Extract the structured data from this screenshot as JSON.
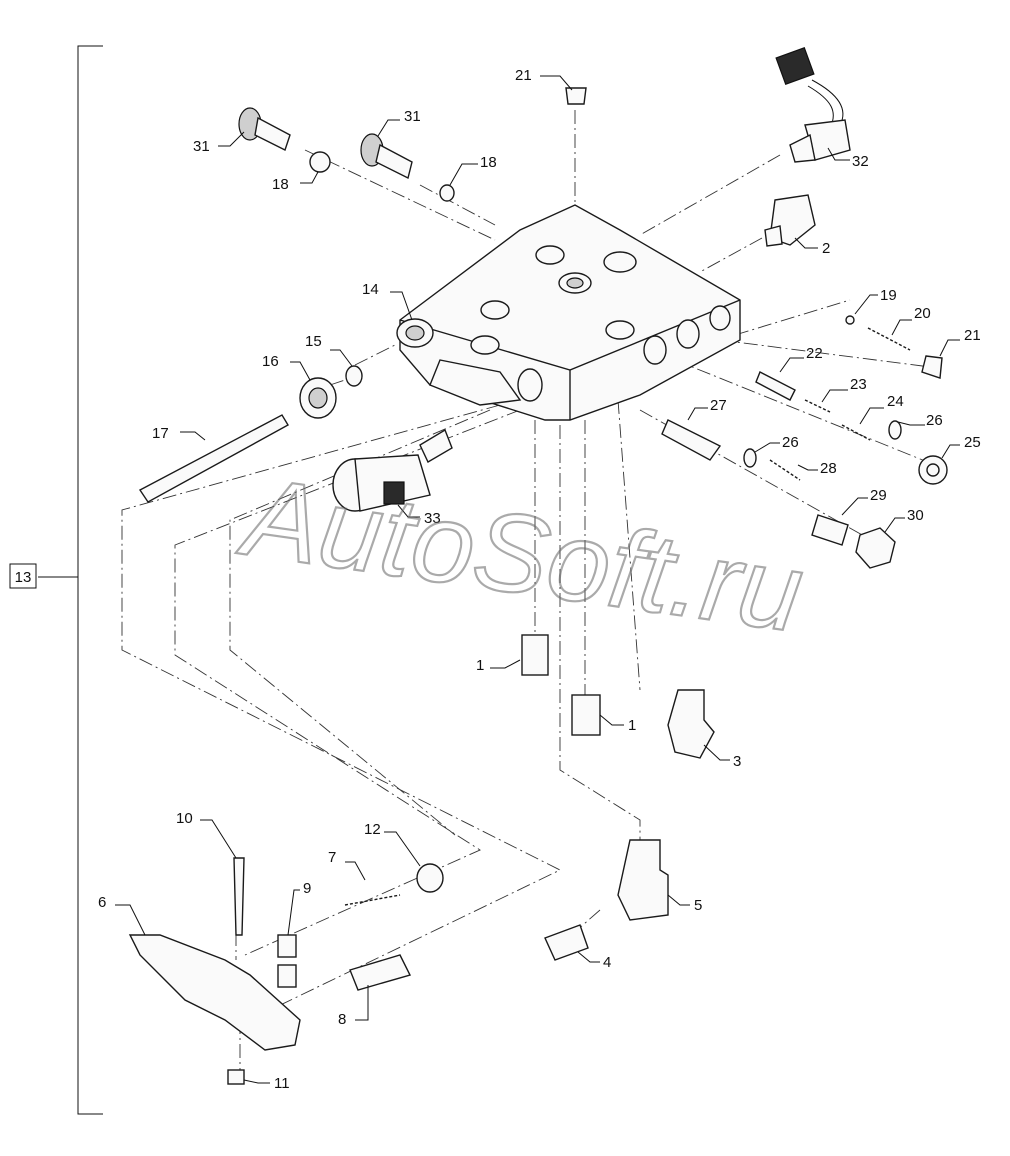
{
  "group_label": "13",
  "watermark": "AutoSoft.ru",
  "callouts": {
    "c1a": "1",
    "c1b": "1",
    "c2": "2",
    "c3": "3",
    "c4": "4",
    "c5": "5",
    "c6": "6",
    "c7": "7",
    "c8": "8",
    "c9": "9",
    "c10": "10",
    "c11": "11",
    "c12": "12",
    "c14": "14",
    "c15": "15",
    "c16": "16",
    "c17": "17",
    "c18a": "18",
    "c18b": "18",
    "c19": "19",
    "c20": "20",
    "c21a": "21",
    "c21b": "21",
    "c22": "22",
    "c23": "23",
    "c24": "24",
    "c25": "25",
    "c26a": "26",
    "c26b": "26",
    "c27": "27",
    "c28": "28",
    "c29": "29",
    "c30": "30",
    "c31a": "31",
    "c31b": "31",
    "c32": "32",
    "c33": "33"
  }
}
